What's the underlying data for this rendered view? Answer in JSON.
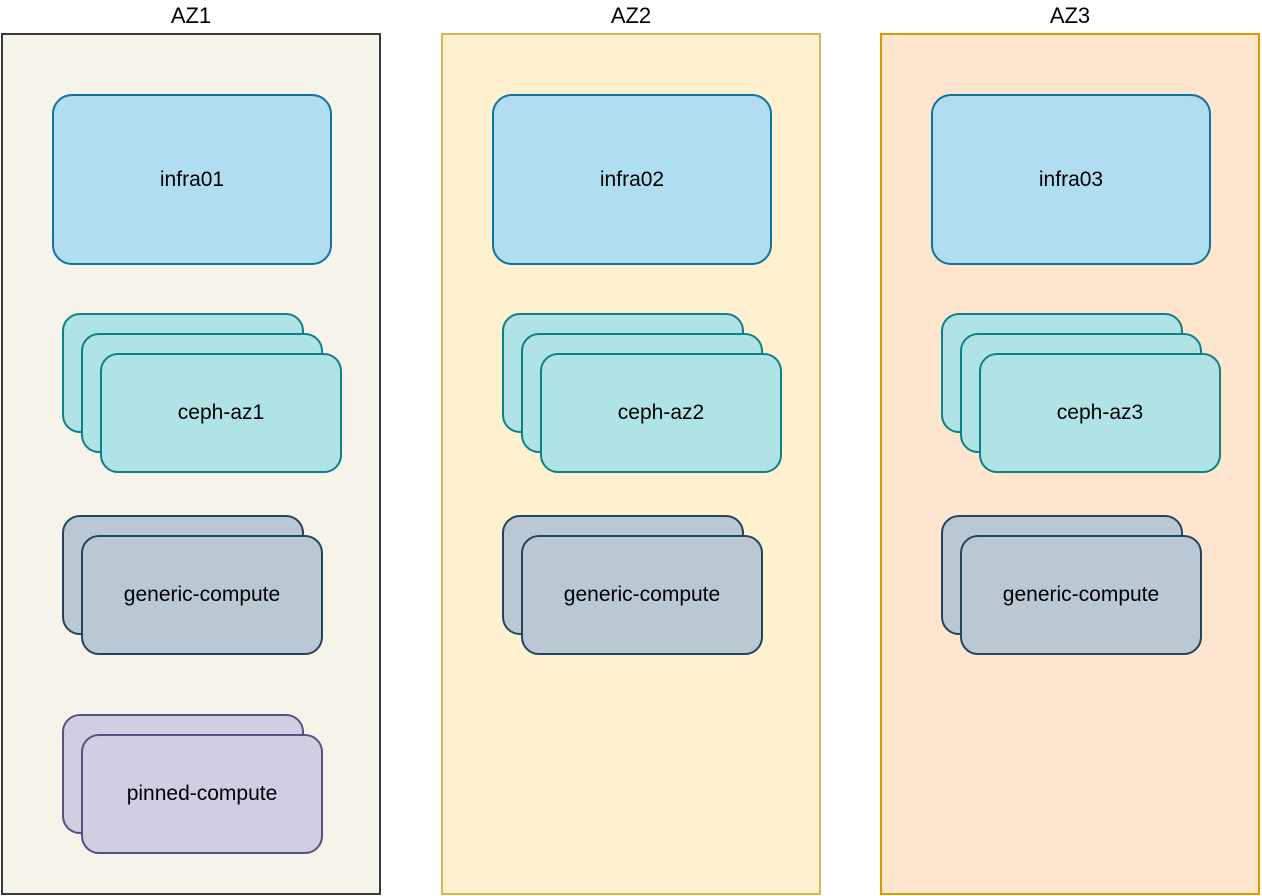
{
  "diagram": {
    "text_color": "#000000",
    "palette": {
      "infra": {
        "fill": "#B1DDF0",
        "stroke": "#10739E"
      },
      "ceph": {
        "fill": "#B0E3E6",
        "stroke": "#0E8088"
      },
      "generic": {
        "fill": "#BAC8D3",
        "stroke": "#23445D"
      },
      "pinned": {
        "fill": "#D0CEE2",
        "stroke": "#56517E"
      }
    },
    "zones": [
      {
        "title": "AZ1",
        "bg": "#F6F3EA",
        "border": "#36393D",
        "nodes": [
          {
            "label": "infra01",
            "kind": "infra",
            "layers": 1
          },
          {
            "label": "ceph-az1",
            "kind": "ceph",
            "layers": 3
          },
          {
            "label": "generic-compute",
            "kind": "generic",
            "layers": 2
          },
          {
            "label": "pinned-compute",
            "kind": "pinned",
            "layers": 2
          }
        ]
      },
      {
        "title": "AZ2",
        "bg": "#FDF1CF",
        "border": "#D6B656",
        "nodes": [
          {
            "label": "infra02",
            "kind": "infra",
            "layers": 1
          },
          {
            "label": "ceph-az2",
            "kind": "ceph",
            "layers": 3
          },
          {
            "label": "generic-compute",
            "kind": "generic",
            "layers": 2
          }
        ]
      },
      {
        "title": "AZ3",
        "bg": "#FDE5CE",
        "border": "#D79B00",
        "nodes": [
          {
            "label": "infra03",
            "kind": "infra",
            "layers": 1
          },
          {
            "label": "ceph-az3",
            "kind": "ceph",
            "layers": 3
          },
          {
            "label": "generic-compute",
            "kind": "generic",
            "layers": 2
          }
        ]
      }
    ]
  }
}
